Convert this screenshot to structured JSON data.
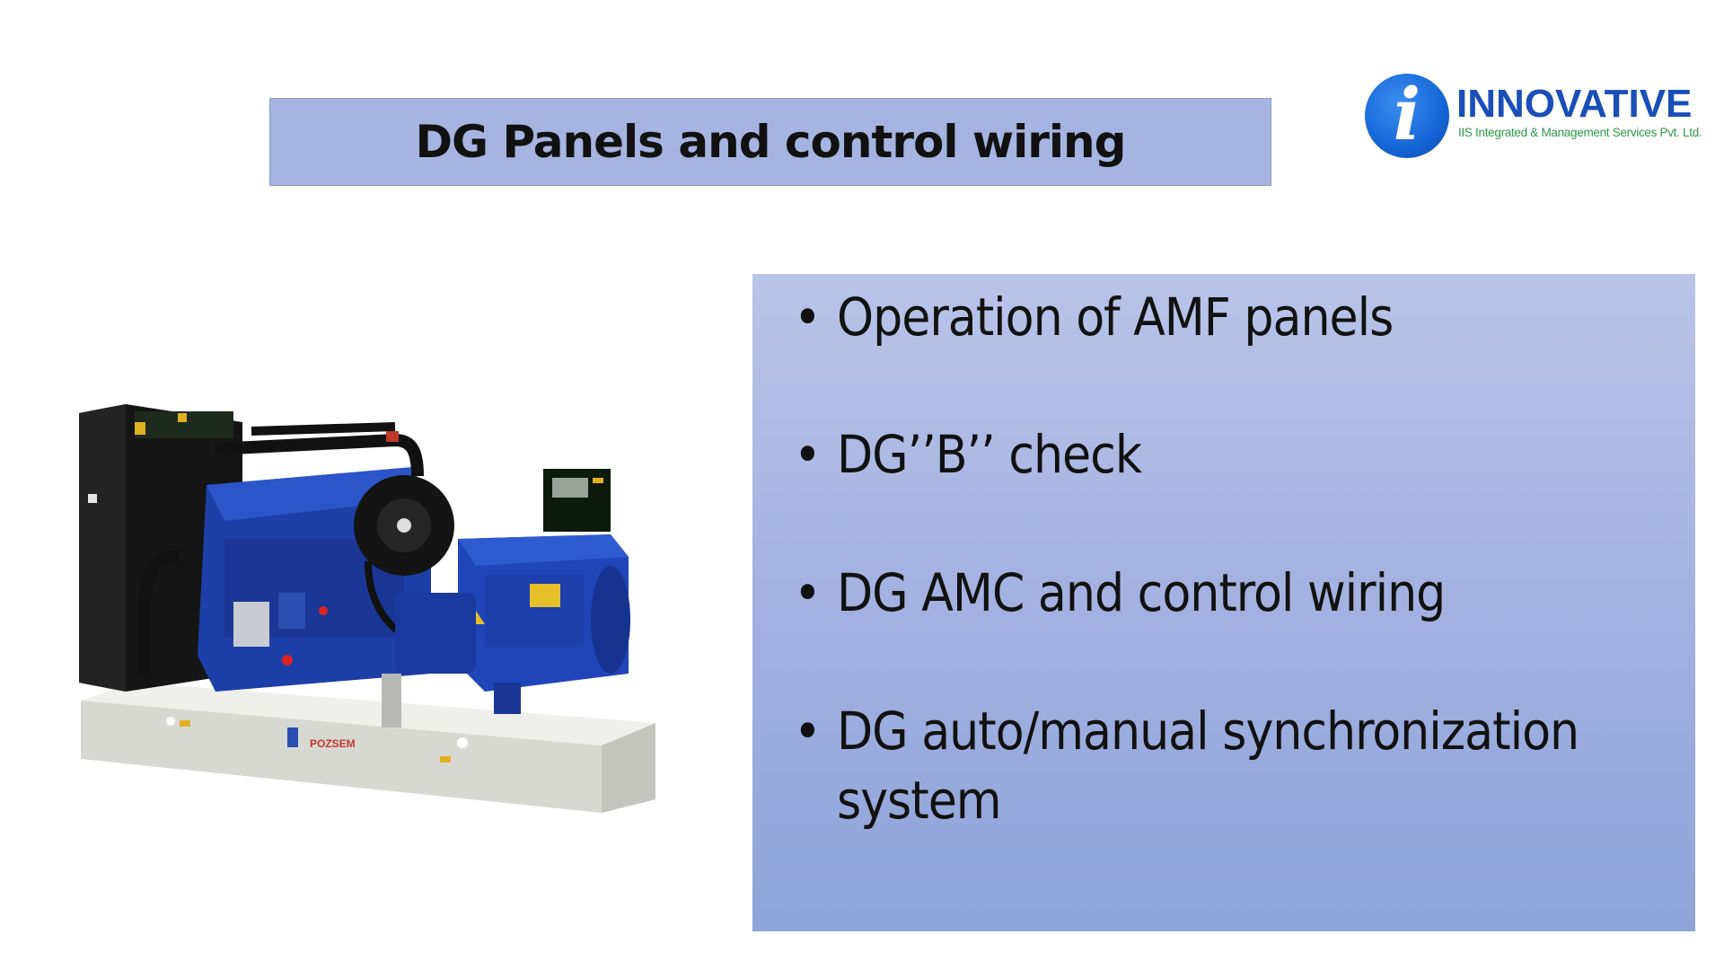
{
  "slide": {
    "title": "DG Panels and control wiring",
    "bullets": [
      "Operation of AMF panels",
      "DG’’B’’ check",
      "DG AMC and control wiring",
      "DG auto/manual synchronization system"
    ]
  },
  "logo": {
    "letter": "i",
    "name": "INNOVATIVE",
    "tagline": "IIS Integrated & Management Services Pvt. Ltd."
  },
  "image": {
    "brand_text": "POZSEM",
    "icon": "diesel-generator-icon"
  },
  "colors": {
    "title_bg": "#a5b4e0",
    "panel_top": "#b8c4e8",
    "panel_bottom": "#8ea4d8",
    "logo_blue": "#1566d6",
    "logo_green": "#2e9a46",
    "engine_blue": "#1d3fa8"
  }
}
